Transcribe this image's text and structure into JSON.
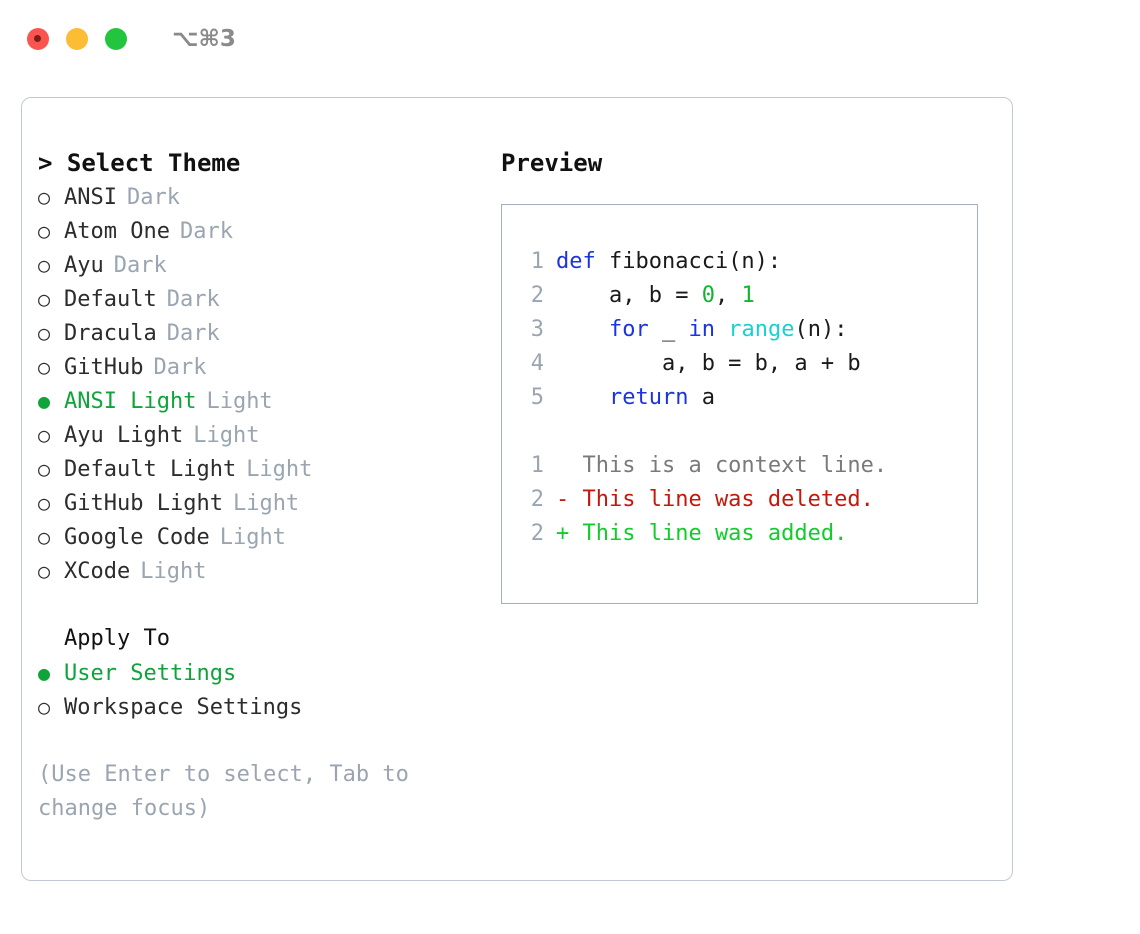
{
  "titlebar": {
    "shortcut": "⌥⌘3",
    "lights": [
      "close",
      "minimize",
      "maximize"
    ]
  },
  "theme_picker": {
    "heading": "> Select Theme",
    "items": [
      {
        "bullet": "○",
        "label": "ANSI",
        "suffix": "Dark",
        "selected": false
      },
      {
        "bullet": "○",
        "label": "Atom One",
        "suffix": "Dark",
        "selected": false
      },
      {
        "bullet": "○",
        "label": "Ayu",
        "suffix": "Dark",
        "selected": false
      },
      {
        "bullet": "○",
        "label": "Default",
        "suffix": "Dark",
        "selected": false
      },
      {
        "bullet": "○",
        "label": "Dracula",
        "suffix": "Dark",
        "selected": false
      },
      {
        "bullet": "○",
        "label": "GitHub",
        "suffix": "Dark",
        "selected": false
      },
      {
        "bullet": "●",
        "label": "ANSI Light",
        "suffix": "Light",
        "selected": true
      },
      {
        "bullet": "○",
        "label": "Ayu Light",
        "suffix": "Light",
        "selected": false
      },
      {
        "bullet": "○",
        "label": "Default Light",
        "suffix": "Light",
        "selected": false
      },
      {
        "bullet": "○",
        "label": "GitHub Light",
        "suffix": "Light",
        "selected": false
      },
      {
        "bullet": "○",
        "label": "Google Code",
        "suffix": "Light",
        "selected": false
      },
      {
        "bullet": "○",
        "label": "XCode",
        "suffix": "Light",
        "selected": false
      }
    ]
  },
  "apply_to": {
    "title": "Apply To",
    "items": [
      {
        "bullet": "●",
        "label": "User Settings",
        "selected": true
      },
      {
        "bullet": "○",
        "label": "Workspace Settings",
        "selected": false
      }
    ]
  },
  "hint": "(Use Enter to select, Tab to change focus)",
  "preview": {
    "title": "Preview",
    "code_lines": [
      {
        "no": "1",
        "tokens": [
          {
            "t": "def ",
            "c": "kw"
          },
          {
            "t": "fibonacci(n):",
            "c": "txt"
          }
        ]
      },
      {
        "no": "2",
        "tokens": [
          {
            "t": "    a, b = ",
            "c": "txt"
          },
          {
            "t": "0",
            "c": "num"
          },
          {
            "t": ", ",
            "c": "txt"
          },
          {
            "t": "1",
            "c": "num"
          }
        ]
      },
      {
        "no": "3",
        "tokens": [
          {
            "t": "    ",
            "c": "txt"
          },
          {
            "t": "for",
            "c": "kw"
          },
          {
            "t": " _ ",
            "c": "txt"
          },
          {
            "t": "in",
            "c": "kw"
          },
          {
            "t": " ",
            "c": "txt"
          },
          {
            "t": "range",
            "c": "fn"
          },
          {
            "t": "(n):",
            "c": "txt"
          }
        ]
      },
      {
        "no": "4",
        "tokens": [
          {
            "t": "        a, b = b, a + b",
            "c": "txt"
          }
        ]
      },
      {
        "no": "5",
        "tokens": [
          {
            "t": "    ",
            "c": "txt"
          },
          {
            "t": "return",
            "c": "kw"
          },
          {
            "t": " a",
            "c": "txt"
          }
        ]
      }
    ],
    "diff_lines": [
      {
        "no": "1",
        "marker": "  ",
        "text": "This is a context line.",
        "kind": "ctx"
      },
      {
        "no": "2",
        "marker": "- ",
        "text": "This line was deleted.",
        "kind": "del"
      },
      {
        "no": "2",
        "marker": "+ ",
        "text": "This line was added.",
        "kind": "add"
      }
    ]
  },
  "colors": {
    "accent_green": "#0ea43a",
    "muted_gray": "#9aa5b1",
    "keyword_blue": "#1a34e0",
    "number_green": "#11b52e",
    "function_cyan": "#18d2d2",
    "diff_delete_red": "#c4180c",
    "diff_add_green": "#11cc2b",
    "panel_border": "#a3b0bf",
    "frame_border": "#c3c9d4"
  }
}
